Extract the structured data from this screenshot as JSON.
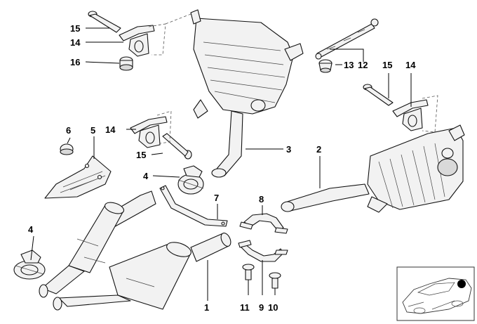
{
  "callouts": {
    "c1": "1",
    "c2": "2",
    "c3": "3",
    "c4a": "4",
    "c4b": "4",
    "c5": "5",
    "c6": "6",
    "c7": "7",
    "c8": "8",
    "c9": "9",
    "c10": "10",
    "c11": "11",
    "c12": "12",
    "c13": "13",
    "c14a": "14",
    "c14b": "14",
    "c14c": "14",
    "c15a": "15",
    "c15b": "15",
    "c15c": "15",
    "c16": "16"
  },
  "colors": {
    "line": "#111111",
    "fill": "#f2f2f2",
    "marker": "#000000"
  }
}
